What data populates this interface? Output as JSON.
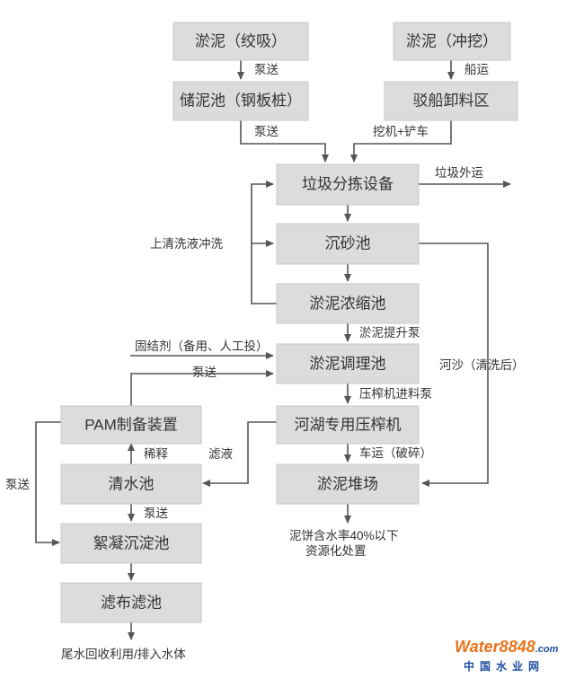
{
  "boxes": {
    "b1": "淤泥（绞吸）",
    "b2": "淤泥（冲挖）",
    "b3": "储泥池（钢板桩）",
    "b4": "驳船卸料区",
    "b5": "垃圾分拣设备",
    "b6": "沉砂池",
    "b7": "淤泥浓缩池",
    "b8": "淤泥调理池",
    "b9": "PAM制备装置",
    "b10": "河湖专用压榨机",
    "b11": "清水池",
    "b12": "淤泥堆场",
    "b13": "絮凝沉淀池",
    "b14": "滤布滤池"
  },
  "labels": {
    "pump1": "泵送",
    "ship": "船运",
    "pump2": "泵送",
    "excavator": "挖机+铲车",
    "garbage_out": "垃圾外运",
    "wash": "上清洗液冲洗",
    "lift_pump": "淤泥提升泵",
    "curing": "固结剂（备用、人工投）",
    "pump3": "泵送",
    "river_sand": "河沙（清洗后）",
    "press_pump": "压榨机进料泵",
    "dilute": "稀释",
    "filtrate": "滤液",
    "truck": "车运（破碎）",
    "pump_left": "泵送",
    "pump4": "泵送",
    "cake_line1": "泥饼含水率40%以下",
    "cake_line2": "资源化处置",
    "tail": "尾水回收利用/排入水体"
  },
  "watermark": {
    "brand": "Water8848",
    "suffix": ".com",
    "cn": "中国水业网"
  }
}
